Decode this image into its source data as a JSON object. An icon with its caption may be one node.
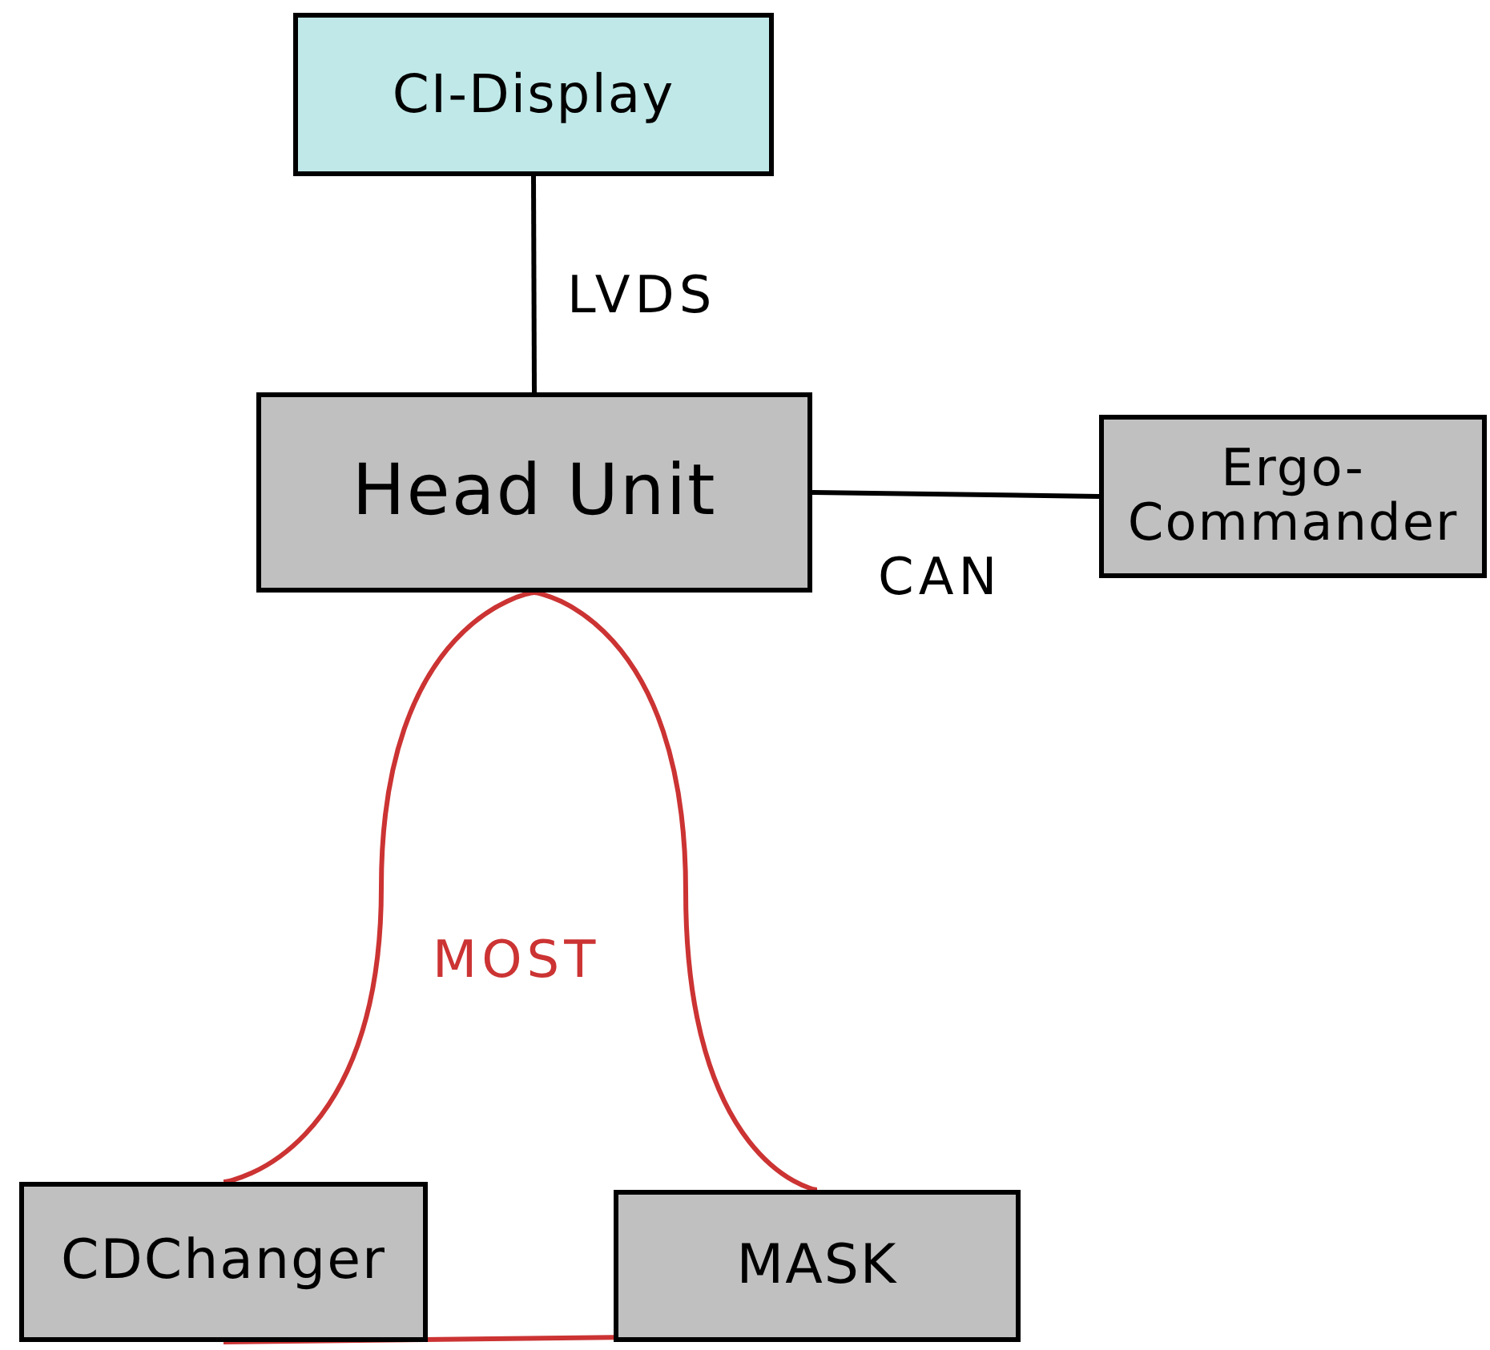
{
  "diagram": {
    "nodes": [
      {
        "text": [
          "CI-Display"
        ]
      },
      {
        "text": [
          "Head Unit"
        ]
      },
      {
        "text": [
          "Ergo-Commander"
        ]
      },
      {
        "text": [
          "CDChanger"
        ]
      },
      {
        "text": [
          "MASK"
        ]
      }
    ],
    "edges": [
      {
        "from": 0,
        "to": 1,
        "arrow": "none",
        "label": "LVDS",
        "color": "#000000"
      },
      {
        "from": 1,
        "to": 2,
        "arrow": "none",
        "label": "CAN",
        "color": "#000000"
      },
      {
        "from": 1,
        "to": 3,
        "arrow": "none"
      },
      {
        "from": 3,
        "to": 4,
        "arrow": "none"
      },
      {
        "from": 4,
        "to": 1,
        "arrow": "none"
      }
    ],
    "labels": [
      "MOST"
    ]
  }
}
